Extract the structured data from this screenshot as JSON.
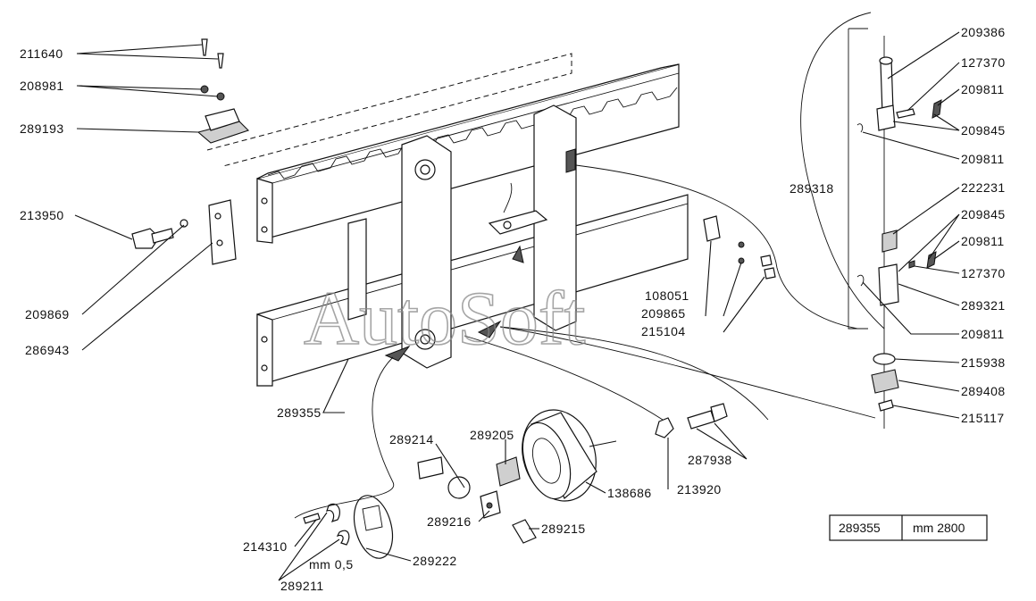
{
  "watermark": "AutoSoft",
  "labels": [
    {
      "id": "l211640",
      "text": "211640"
    },
    {
      "id": "l208981",
      "text": "208981"
    },
    {
      "id": "l289193",
      "text": "289193"
    },
    {
      "id": "l213950",
      "text": "213950"
    },
    {
      "id": "l209869",
      "text": "209869"
    },
    {
      "id": "l286943",
      "text": "286943"
    },
    {
      "id": "l289355",
      "text": "289355"
    },
    {
      "id": "l289214",
      "text": "289214"
    },
    {
      "id": "l289205",
      "text": "289205"
    },
    {
      "id": "l289216",
      "text": "289216"
    },
    {
      "id": "l289215",
      "text": "289215"
    },
    {
      "id": "l289222",
      "text": "289222"
    },
    {
      "id": "l214310",
      "text": "214310"
    },
    {
      "id": "lmm05",
      "text": "mm 0,5"
    },
    {
      "id": "l289211",
      "text": "289211"
    },
    {
      "id": "l138686",
      "text": "138686"
    },
    {
      "id": "l213920",
      "text": "213920"
    },
    {
      "id": "l287938",
      "text": "287938"
    },
    {
      "id": "l108051",
      "text": "108051"
    },
    {
      "id": "l209865",
      "text": "209865"
    },
    {
      "id": "l215104",
      "text": "215104"
    },
    {
      "id": "l289318",
      "text": "289318"
    },
    {
      "id": "l209386",
      "text": "209386"
    },
    {
      "id": "l127370a",
      "text": "127370"
    },
    {
      "id": "l209811a",
      "text": "209811"
    },
    {
      "id": "l209845a",
      "text": "209845"
    },
    {
      "id": "l209811b",
      "text": "209811"
    },
    {
      "id": "l222231",
      "text": "222231"
    },
    {
      "id": "l209845b",
      "text": "209845"
    },
    {
      "id": "l209811c",
      "text": "209811"
    },
    {
      "id": "l127370b",
      "text": "127370"
    },
    {
      "id": "l289321",
      "text": "289321"
    },
    {
      "id": "l209811d",
      "text": "209811"
    },
    {
      "id": "l215938",
      "text": "215938"
    },
    {
      "id": "l289408",
      "text": "289408"
    },
    {
      "id": "l215117",
      "text": "215117"
    }
  ],
  "spec_table": {
    "part": "289355",
    "length": "mm 2800"
  }
}
